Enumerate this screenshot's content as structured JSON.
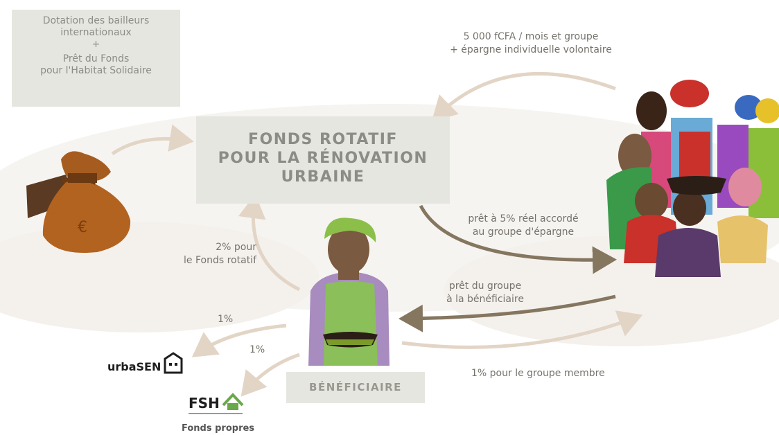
{
  "sources": {
    "line1": "Dotation des bailleurs",
    "line2": "internationaux",
    "plus": "+",
    "line3": "Prêt du Fonds",
    "line4": "pour l'Habitat Solidaire"
  },
  "fonds": {
    "line1": "FONDS ROTATIF",
    "line2": "POUR LA RÉNOVATION",
    "line3": "URBAINE"
  },
  "contribution": {
    "line1": "5 000 fCFA / mois et groupe",
    "line2": "+ épargne individuelle volontaire"
  },
  "loan_group": {
    "line1": "prêt à 5% réel accordé",
    "line2": "au groupe d'épargne"
  },
  "loan_beneficiary": {
    "line1": "prêt du groupe",
    "line2": "à la bénéficiaire"
  },
  "pct_fonds": {
    "line1": "2% pour",
    "line2": "le Fonds rotatif"
  },
  "pct_urbasen": "1%",
  "pct_fsh": "1%",
  "pct_group": "1% pour le groupe membre",
  "beneficiaire": "BÉNÉFICIAIRE",
  "urbasen_logo": "urbaSEN",
  "fsh_logo": "FSH",
  "fonds_propres": "Fonds propres",
  "colors": {
    "box_bg": "#e6e6e0",
    "arrow_light": "#e3d5c6",
    "arrow_dark": "#857660",
    "text": "#76736c"
  }
}
